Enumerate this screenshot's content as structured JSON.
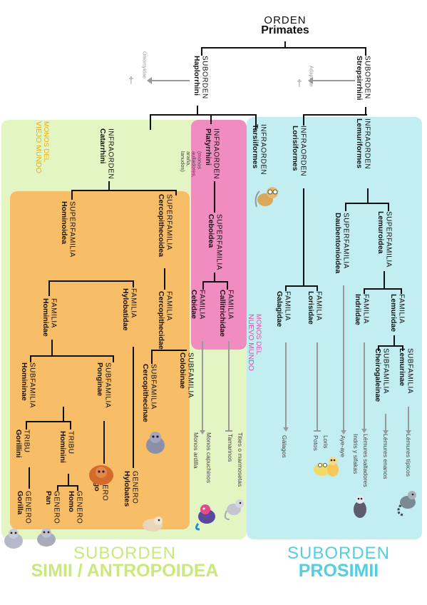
{
  "top": {
    "rank": "ORDEN",
    "name": "Primates"
  },
  "suborders": {
    "haplorrhini": {
      "rank": "SUBORDEN",
      "name": "Haplorrhini"
    },
    "strepsirrhini": {
      "rank": "SUBORDEN",
      "name": "Strepsirrhini"
    },
    "omomyidae": "Omomyidae",
    "adapidae": "Adapidae",
    "dagger": "†"
  },
  "infraorders": {
    "catarrhini": {
      "rank": "INFRAORDEN",
      "name": "Catarrhini"
    },
    "platyrrhini": {
      "rank": "INFRAORDEN",
      "name": "Platyrrhini"
    },
    "platy_note": "(monos aulladores, araña, lanudos)",
    "tarsiiformes": {
      "rank": "INFRAORDEN",
      "name": "Tarsiiformes"
    },
    "lorisiformes": {
      "rank": "INFRAORDEN",
      "name": "Lorisiformes"
    },
    "lemuriformes": {
      "rank": "INFRAORDEN",
      "name": "Lemuriformes"
    }
  },
  "group_labels": {
    "viejo_mundo": {
      "line1": "MONOS DEL",
      "line2": "VIEJO MUNDO"
    },
    "nuevo_mundo": {
      "line1": "MONOS DEL",
      "line2": "NUEVO MUNDO"
    }
  },
  "superfamilies": {
    "hominoidea": {
      "rank": "SUPERFAMILIA",
      "name": "Hominoidea"
    },
    "cercopithecoidea": {
      "rank": "SUPERFAMILIA",
      "name": "Cercopithecoidea"
    },
    "ceboidea": {
      "rank": "SUPERFAMILIA",
      "name": "Ceboidea"
    },
    "daubentonioidea": {
      "rank": "SUPERFAMILIA",
      "name": "Daubentonioidea"
    },
    "lemuroidea": {
      "rank": "SUPERFAMILIA",
      "name": "Lemuroidea"
    }
  },
  "families": {
    "hominidae": {
      "rank": "FAMILIA",
      "name": "Hominidae"
    },
    "hylobatidae": {
      "rank": "FAMILIA",
      "name": "Hylobatidae"
    },
    "cercopithecidae": {
      "rank": "FAMILIA",
      "name": "Cercopithecidae"
    },
    "cebidae": {
      "rank": "FAMILIA",
      "name": "Cebidae"
    },
    "callitrichidae": {
      "rank": "FAMILIA",
      "name": "Callitrichidae"
    },
    "galagidae": {
      "rank": "FAMILIA",
      "name": "Galagidae"
    },
    "lorisidae": {
      "rank": "FAMILIA",
      "name": "Lorisidae"
    },
    "indriidae": {
      "rank": "FAMILIA",
      "name": "Indriidae"
    },
    "lemuridae": {
      "rank": "FAMILIA",
      "name": "Lemuridae"
    }
  },
  "subfamilies": {
    "homininae": {
      "rank": "SUBFAMILIA",
      "name": "Homininae"
    },
    "ponginae": {
      "rank": "SUBFAMILIA",
      "name": "Ponginae"
    },
    "colobinae": {
      "rank": "SUBFAMILIA",
      "name": "Colobinae"
    },
    "cercopithecinae": {
      "rank": "SUBFAMILIA",
      "name": "Cercopithecinae"
    },
    "cheirogaleinae": {
      "rank": "SUBFAMILIA",
      "name": "Cheirogaleinae"
    },
    "lemurinae": {
      "rank": "SUBFAMILIA",
      "name": "Lemurinae"
    }
  },
  "tribes": {
    "gorillini": {
      "rank": "TRIBU",
      "name": "Gorillini"
    },
    "hominini": {
      "rank": "TRIBU",
      "name": "Hominini"
    }
  },
  "genera": {
    "gorilla": {
      "rank": "GENERO",
      "name": "Gorilla"
    },
    "pan": {
      "rank": "GENERO",
      "name": "Pan"
    },
    "homo": {
      "rank": "GENERO",
      "name": "Homo"
    },
    "pongo": {
      "rank": "GENERO",
      "name": "Pongo"
    },
    "hylobates": {
      "rank": "GENERO",
      "name": "Hylobates"
    }
  },
  "common_names": {
    "capuchinos": "Monos capuchinos",
    "ardilla": "Monos ardilla",
    "titis": "Tities o marmosetas",
    "tamarinos": "Tamarinos",
    "galagos": "Gálagos",
    "potos": "Potos",
    "loris": "Loris",
    "aye_aye": "Aye-aye",
    "lemures_saltadores": "Lémures saltadores",
    "indris_sifakas": "Indris y sifakas",
    "lemures_enanos": "Lémures enanos",
    "lemures_tipicos": "Lémures típicos"
  },
  "bottom": {
    "left_rank": "SUBORDEN",
    "left_name": "SIMII / ANTROPOIDEA",
    "right_rank": "SUBORDEN",
    "right_name": "PROSIMII"
  },
  "colors": {
    "simii_bg": "#e4f5c4",
    "catarrhini_bg": "#f8bd67",
    "platyrrhini_bg": "#f18cc0",
    "prosimii_bg": "#c2eef1",
    "simii_text": "#c9ea7a",
    "prosimii_text": "#52cfe0",
    "viejo_text": "#e6b010",
    "nuevo_text": "#e34eaa"
  }
}
